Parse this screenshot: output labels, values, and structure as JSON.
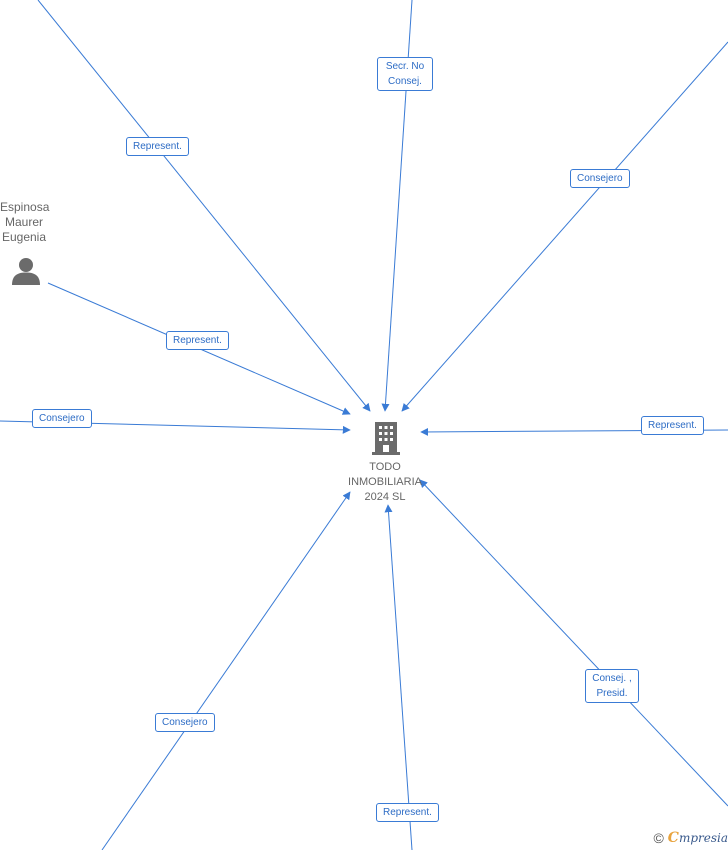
{
  "company": {
    "name": "TODO INMOBILIARIA 2024 SL",
    "icon": "building-icon"
  },
  "person": {
    "name": "Espinosa Maurer Eugenia",
    "icon": "person-icon"
  },
  "edge_labels": {
    "secr_no_consej": "Secr. No Consej.",
    "represent_top_left": "Represent.",
    "consejero_top_right": "Consejero",
    "represent_person": "Represent.",
    "consejero_left": "Consejero",
    "represent_right": "Represent.",
    "consej_presid": "Consej. , Presid.",
    "consejero_bottom_left": "Consejero",
    "represent_bottom": "Represent."
  },
  "watermark": {
    "copyright_symbol": "©",
    "brand_first": "C",
    "brand_rest": "mpresia"
  },
  "colors": {
    "edge": "#3a7bd5",
    "label_text": "#2d6cc5",
    "node_text": "#666666",
    "icon": "#6b6b6b"
  }
}
